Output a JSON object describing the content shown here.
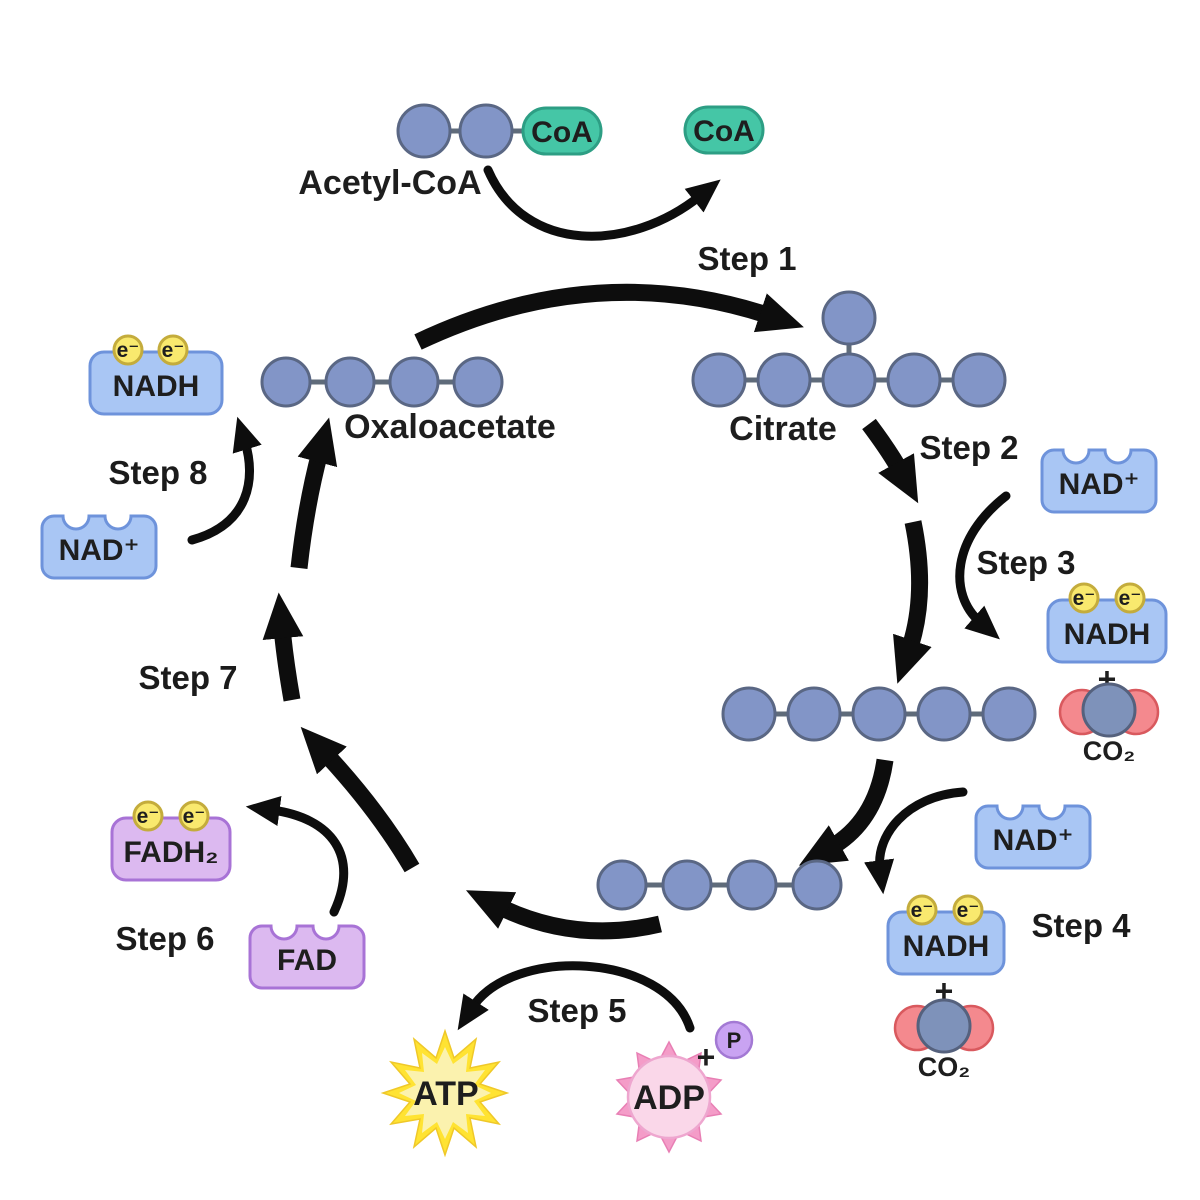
{
  "diagram": {
    "title_implicit": "Citric acid cycle",
    "molecules": {
      "acetyl_coa": {
        "label": "Acetyl-CoA",
        "coa_tag": "CoA",
        "carbons": 2
      },
      "released_coa": {
        "tag": "CoA"
      },
      "citrate": {
        "label": "Citrate",
        "carbons": 6
      },
      "five_carbon_chain": {
        "carbons": 5
      },
      "four_carbon_chain": {
        "carbons": 4
      },
      "oxaloacetate": {
        "label": "Oxaloacetate",
        "carbons": 4
      }
    },
    "steps": {
      "s1": "Step 1",
      "s2": "Step 2",
      "s3": "Step 3",
      "s4": "Step 4",
      "s5": "Step 5",
      "s6": "Step 6",
      "s7": "Step 7",
      "s8": "Step 8"
    },
    "cofactors": {
      "nad_plus": "NAD⁺",
      "nadh": "NADH",
      "fad": "FAD",
      "fadh2": "FADH₂",
      "electron": "e⁻",
      "co2": "CO₂",
      "plus": "+",
      "atp": "ATP",
      "adp": "ADP",
      "phosphate": "P"
    },
    "colors": {
      "carbon_fill": "#8295C7",
      "carbon_stroke": "#5A6784",
      "coa_fill": "#45C6A6",
      "coa_stroke": "#2D9E84",
      "nad_fill": "#A9C6F4",
      "nad_stroke": "#6E93DB",
      "fad_fill": "#DCB9F0",
      "fad_stroke": "#A873D6",
      "electron_fill": "#F9E96E",
      "electron_stroke": "#C4AC3C",
      "co2_oxygen_fill": "#F4898E",
      "co2_carbon_fill": "#7E92BA",
      "atp_star": "#FFE332",
      "atp_center": "#FBF2AE",
      "adp_petals": "#F49CC8",
      "adp_center": "#FAD7E9",
      "phosphate_fill": "#C9A3F2",
      "arrow": "#0d0d0d",
      "text": "#1e1e1e",
      "background": "#ffffff"
    }
  }
}
